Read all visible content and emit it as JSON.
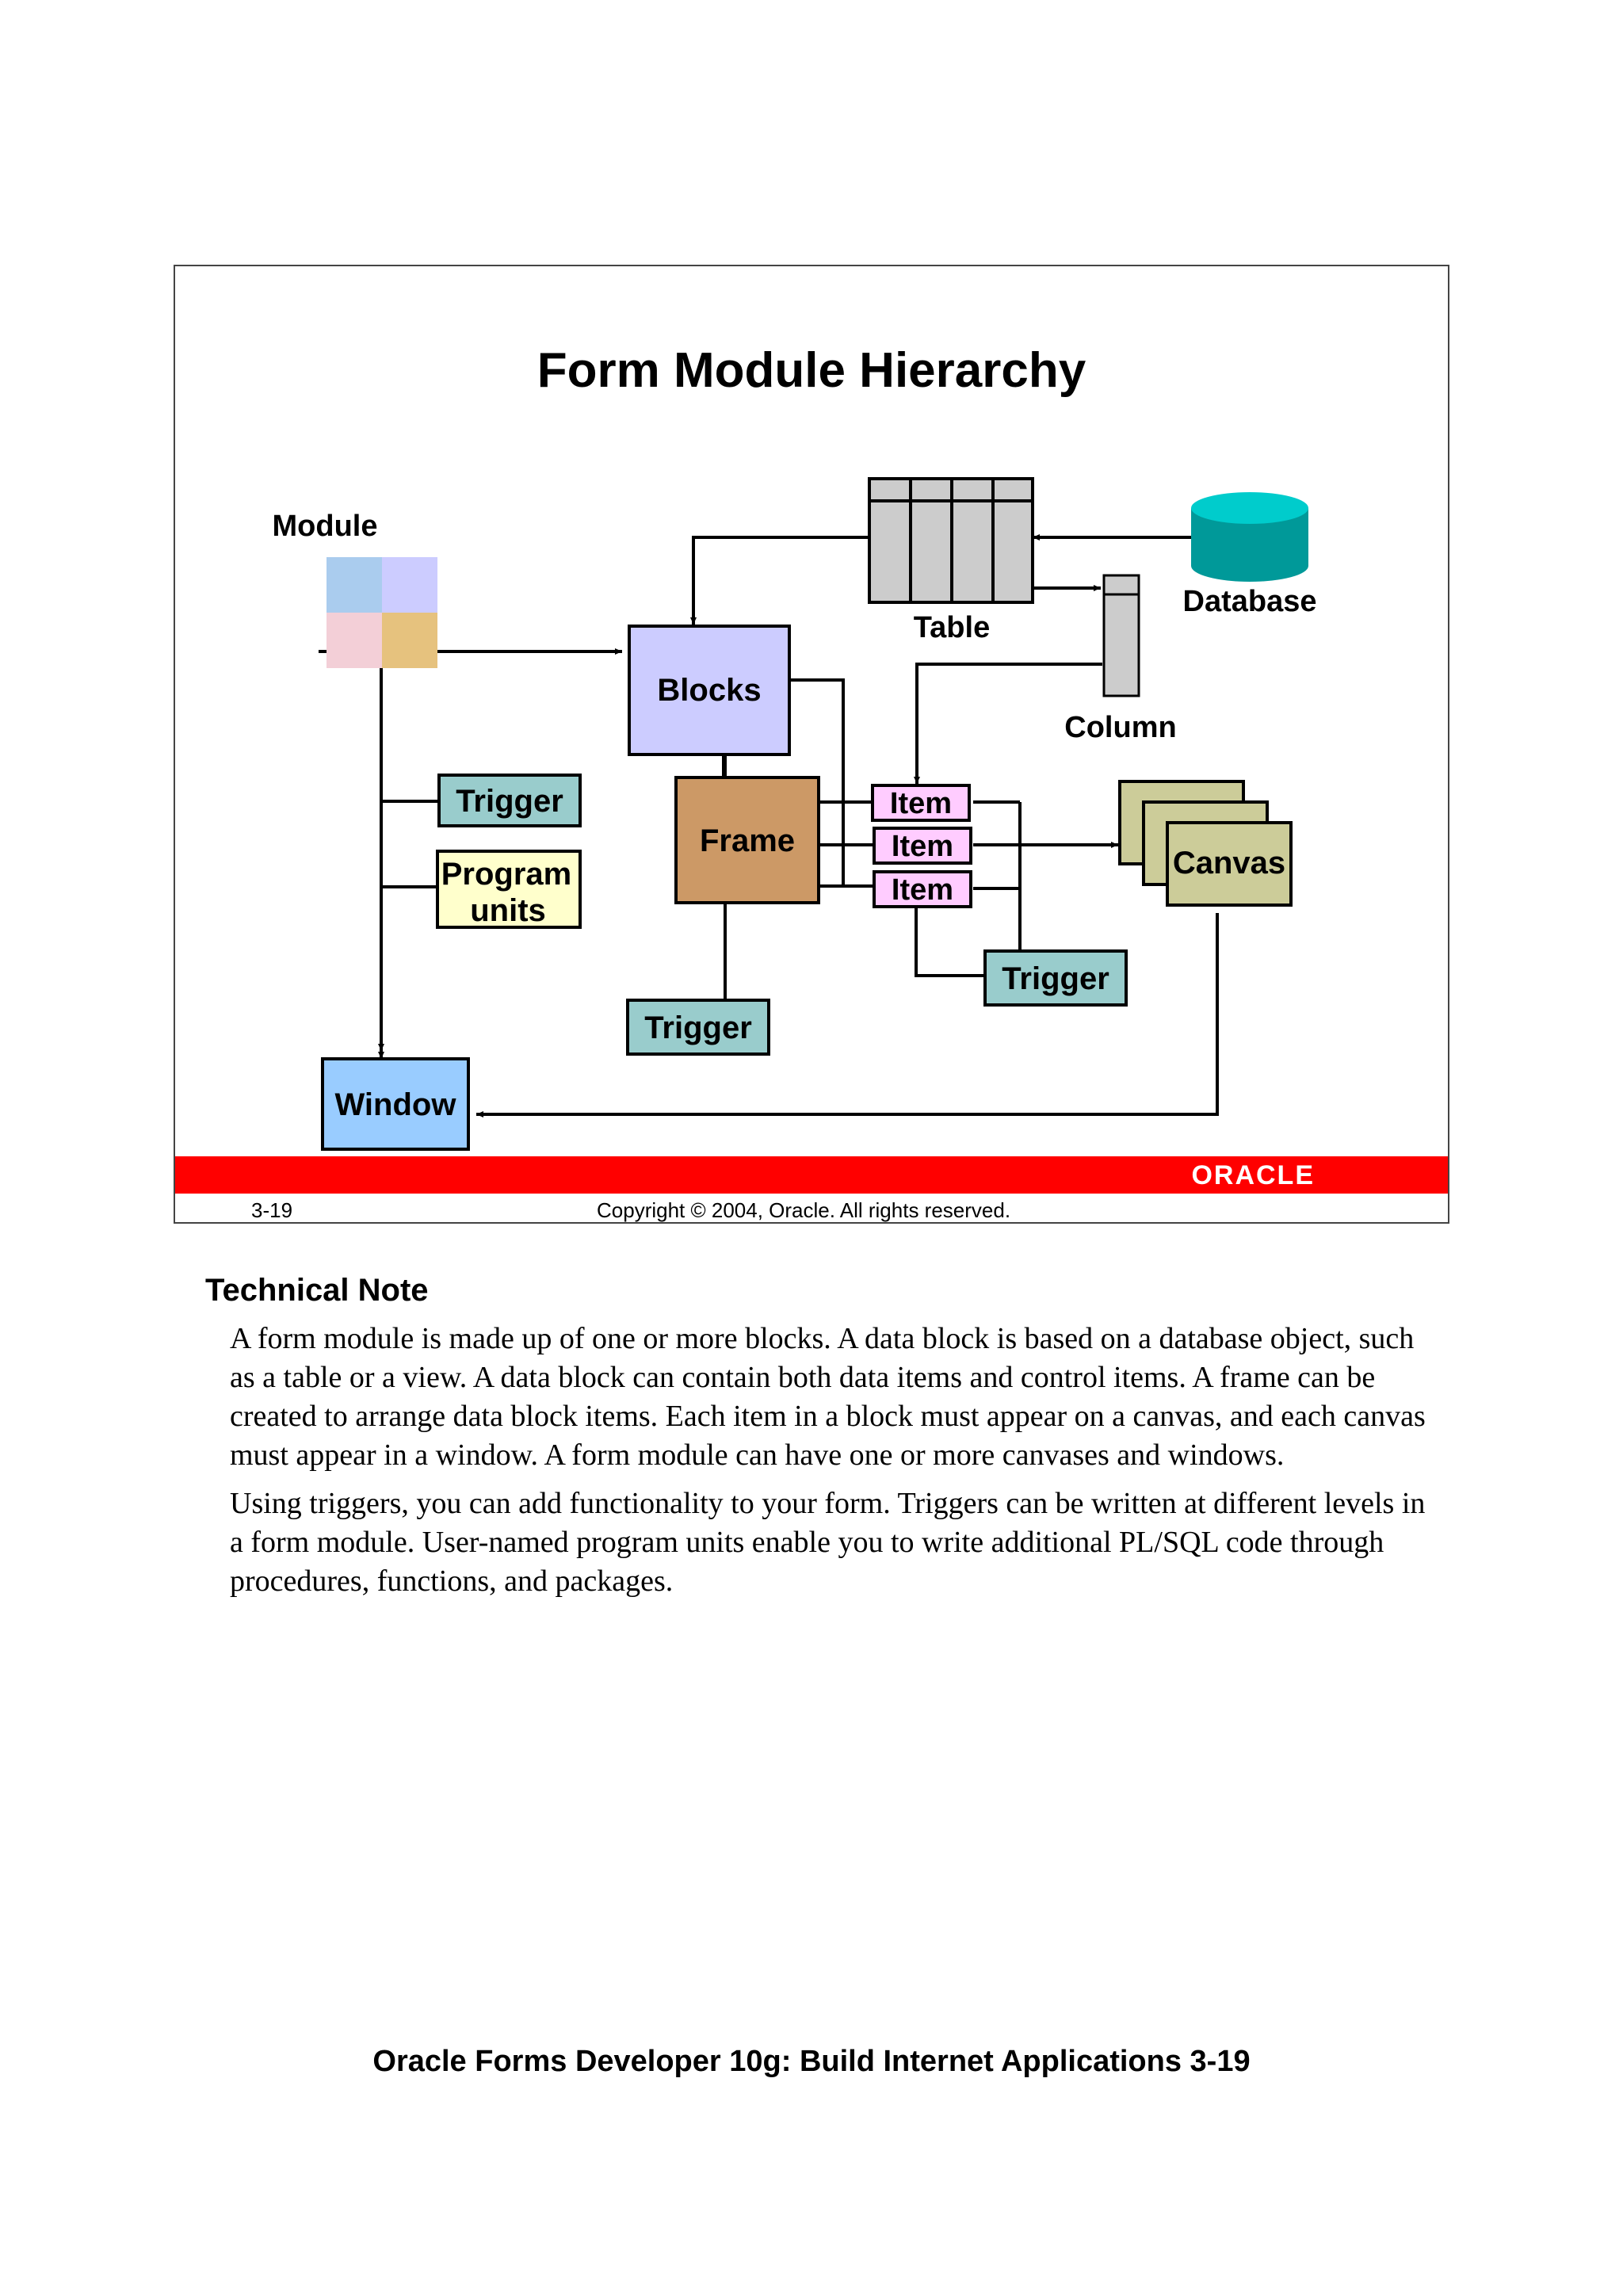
{
  "slide": {
    "title": "Form Module Hierarchy",
    "labels": {
      "module": "Module",
      "table": "Table",
      "database": "Database",
      "column": "Column",
      "blocks": "Blocks",
      "frame": "Frame",
      "item_1": "Item",
      "item_2": "Item",
      "item_3": "Item",
      "canvas": "Canvas",
      "trigger_module": "Trigger",
      "program_units_line1": "Program",
      "program_units_line2": "units",
      "trigger_block": "Trigger",
      "trigger_item": "Trigger",
      "window": "Window"
    },
    "logo": "ORACLE",
    "number": "3-19",
    "copyright": "Copyright © 2004, Oracle.  All rights reserved."
  },
  "note": {
    "heading": "Technical Note",
    "paragraphs": [
      "A form module is made up of one or more blocks. A data block is based on a database object, such as a table or a view. A data block can contain both data items and control items. A frame can be created to arrange data block items. Each item in a block must appear on a canvas, and each canvas must appear in a window. A form module can have one or more canvases and windows.",
      "Using triggers, you can add functionality to your form. Triggers can be written at different levels in a form module. User-named program units enable you to write additional PL/SQL code through procedures, functions, and packages."
    ]
  },
  "footer": {
    "text": "Oracle Forms Developer 10g: Build Internet Applications   3-19"
  },
  "colors": {
    "red_bar": "#ff0000",
    "blocks": "#ccccff",
    "frame": "#cc9966",
    "item": "#ffccff",
    "trigger": "#99cccc",
    "program_units": "#ffffcc",
    "canvas": "#cccc99",
    "window": "#99ccff",
    "table": "#cccccc",
    "database": "#009999"
  }
}
